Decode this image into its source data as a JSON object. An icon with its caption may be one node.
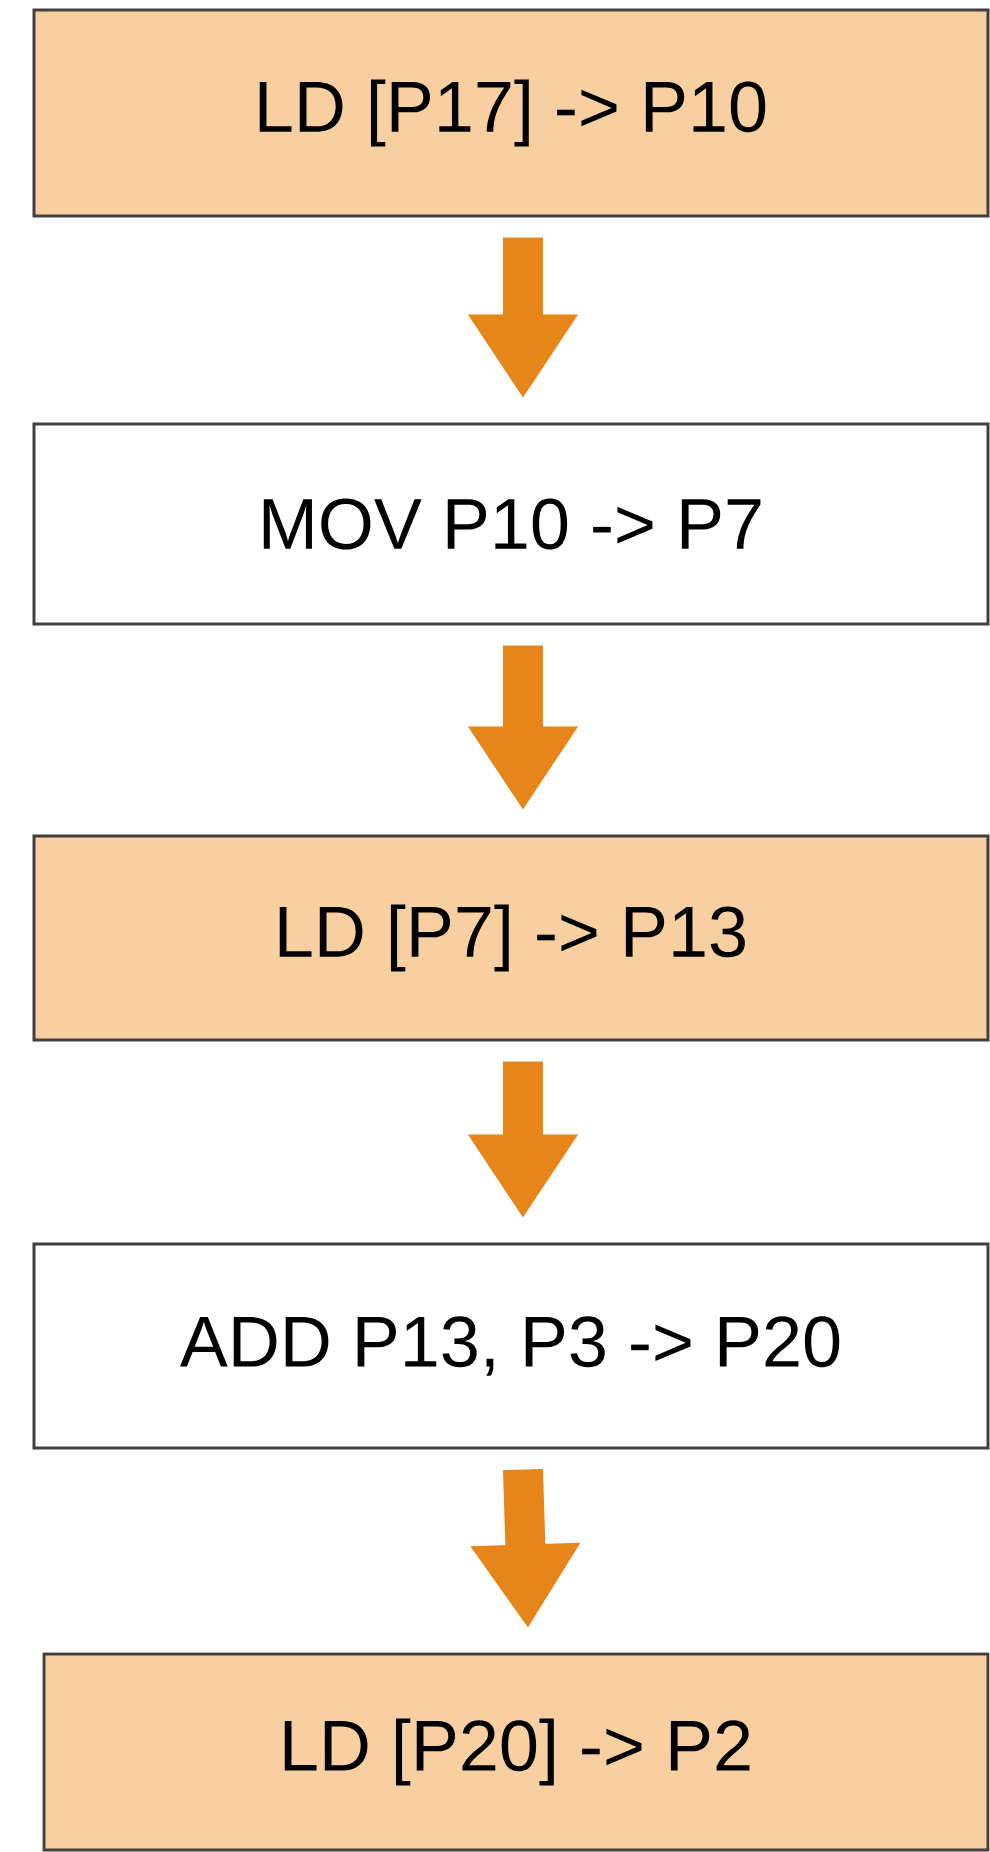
{
  "diagram": {
    "nodes": [
      {
        "text": [
          "LD [P17] -> P10"
        ]
      },
      {
        "text": [
          "MOV P10 -> P7"
        ]
      },
      {
        "text": [
          "LD [P7] -> P13"
        ]
      },
      {
        "text": [
          "ADD P13, P3 -> P20"
        ]
      },
      {
        "text": [
          "LD [P20] -> P2"
        ]
      }
    ],
    "edges": [
      {
        "from": 0,
        "to": 1,
        "arrow": "to"
      },
      {
        "from": 1,
        "to": 2,
        "arrow": "to"
      },
      {
        "from": 2,
        "to": 3,
        "arrow": "to"
      },
      {
        "from": 3,
        "to": 4,
        "arrow": "to"
      }
    ]
  }
}
